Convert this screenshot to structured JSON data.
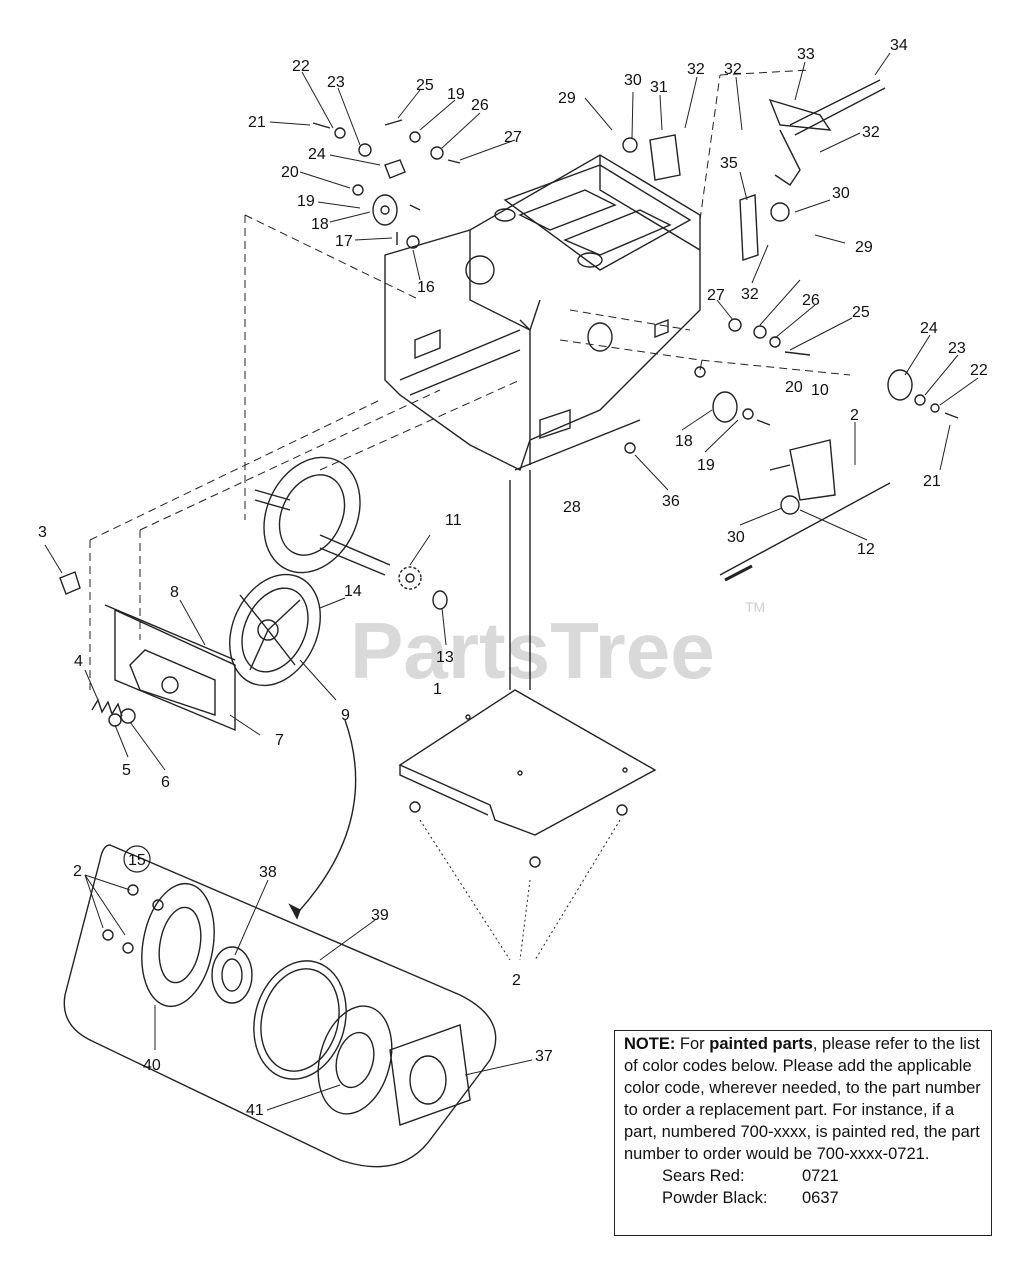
{
  "diagram": {
    "watermark": "PartsTree",
    "trademark": "TM",
    "callouts": [
      "1",
      "2",
      "2",
      "2",
      "3",
      "4",
      "5",
      "6",
      "7",
      "8",
      "9",
      "10",
      "11",
      "12",
      "13",
      "14",
      "15",
      "16",
      "17",
      "18",
      "18",
      "19",
      "19",
      "19",
      "20",
      "20",
      "21",
      "21",
      "22",
      "22",
      "23",
      "23",
      "24",
      "24",
      "25",
      "25",
      "26",
      "26",
      "27",
      "27",
      "28",
      "29",
      "29",
      "30",
      "30",
      "30",
      "31",
      "32",
      "32",
      "32",
      "32",
      "33",
      "34",
      "35",
      "36",
      "37",
      "38",
      "39",
      "40",
      "41"
    ]
  },
  "note": {
    "bold1": "NOTE:",
    "text1": " For ",
    "bold2": "painted parts",
    "text2": ", please refer to the list of color codes below. Please add the applicable color code, wherever needed, to the part number to order a replacement part. For instance, if a part, numbered 700-xxxx, is painted red, the part number to order would be 700-xxxx-0721.",
    "colors": [
      {
        "name": "Sears Red:",
        "code": "0721"
      },
      {
        "name": "Powder Black:",
        "code": "0637"
      }
    ]
  }
}
